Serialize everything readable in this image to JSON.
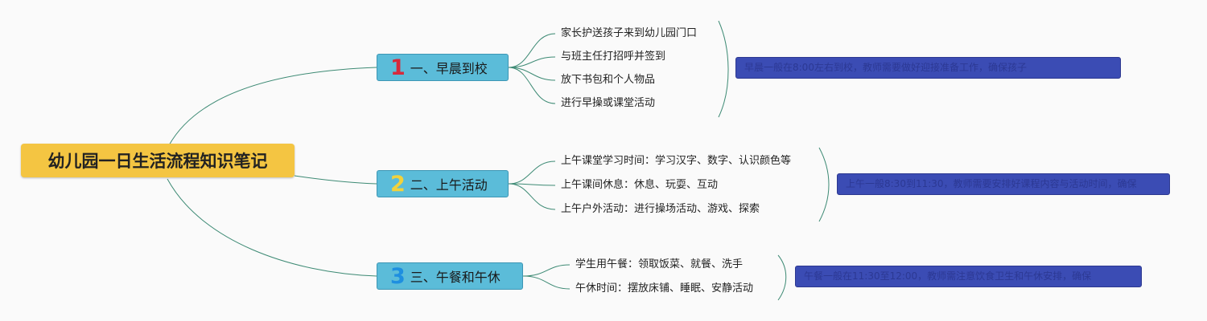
{
  "root": {
    "title": "幼儿园一日生活流程知识笔记"
  },
  "branches": [
    {
      "number": "1",
      "number_color": "#d62a3c",
      "label": "一、早晨到校",
      "items": [
        "家长护送孩子来到幼儿园门口",
        "与班主任打招呼并签到",
        "放下书包和个人物品",
        "进行早操或课堂活动"
      ],
      "note": "早晨一般在8:00左右到校，教师需要做好迎接准备工作，确保孩子"
    },
    {
      "number": "2",
      "number_color": "#f2d23c",
      "label": "二、上午活动",
      "items": [
        "上午课堂学习时间：学习汉字、数字、认识颜色等",
        "上午课间休息：休息、玩耍、互动",
        "上午户外活动：进行操场活动、游戏、探索"
      ],
      "note": "上午一般8:30到11:30，教师需要安排好课程内容与活动时间，确保"
    },
    {
      "number": "3",
      "number_color": "#1e8fe0",
      "label": "三、午餐和午休",
      "items": [
        "学生用午餐：领取饭菜、就餐、洗手",
        "午休时间：摆放床铺、睡眠、安静活动"
      ],
      "note": "午餐一般在11:30至12:00，教师需注意饮食卫生和午休安排，确保"
    }
  ],
  "colors": {
    "root_bg": "#f4c542",
    "branch_bg": "#5bbcd9",
    "note_bg": "#3b4cb4",
    "line": "#3d8a74"
  }
}
